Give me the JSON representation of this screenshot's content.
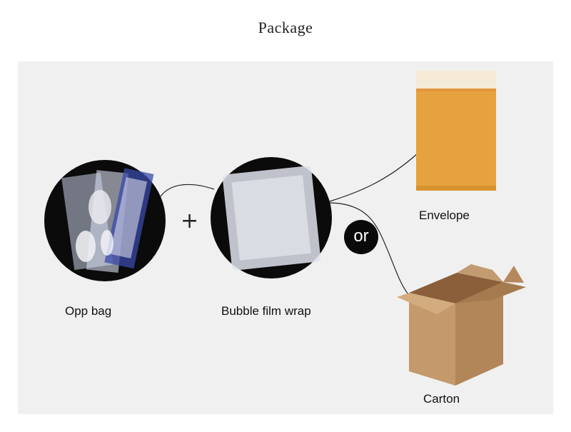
{
  "title": "Package",
  "items": {
    "opp_bag": "Opp bag",
    "bubble_wrap": "Bubble film wrap",
    "envelope": "Envelope",
    "carton": "Carton"
  },
  "connectors": {
    "plus": "+",
    "or": "or"
  },
  "colors": {
    "panel": "#f0f0f0",
    "envelope": "#e6a23f",
    "carton": "#b98a5e",
    "circle": "#0a0a0a"
  }
}
